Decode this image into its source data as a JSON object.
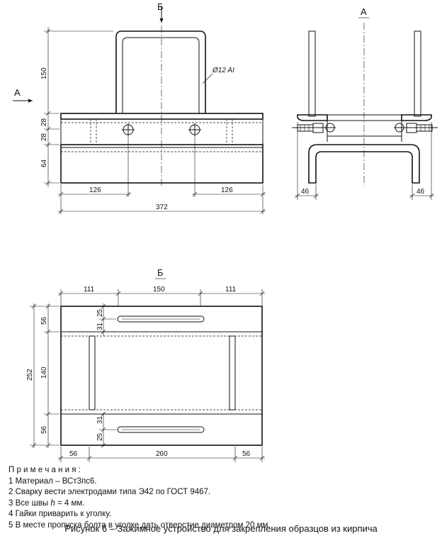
{
  "views": {
    "section_b_marker": "Б",
    "section_a_marker": "А",
    "side_view_title": "А",
    "plan_view_title": "Б"
  },
  "front_view": {
    "rod_label": "Ø12 AI",
    "dims": {
      "h150": "150",
      "h28a": "28",
      "h28b": "28",
      "h64": "64",
      "w126l": "126",
      "w126r": "126",
      "w372": "372"
    }
  },
  "side_view": {
    "dims": {
      "w46l": "46",
      "w46r": "46"
    }
  },
  "plan_view": {
    "dims": {
      "t111l": "111",
      "t150": "150",
      "t111r": "111",
      "l56t": "56",
      "l140": "140",
      "l56b": "56",
      "l252": "252",
      "i25t": "25",
      "i31t": "31",
      "i31b": "31",
      "i25b": "25",
      "b56l": "56",
      "b260": "260",
      "b56r": "56"
    }
  },
  "notes": {
    "heading": "П р и м е ч а н и я :",
    "n1": "1 Материал – ВСт3пс6.",
    "n2": "2 Сварку вести электродами типа Э42 по ГОСТ 9467.",
    "n3_pre": "3 Все швы ",
    "n3_var": "h",
    "n3_post": " = 4 мм.",
    "n4": "4 Гайки приварить к уголку.",
    "n5": "5 В месте пропуска болта в уголке дать отверстие диаметром 20 мм."
  },
  "caption": "Рисунок 6 – Зажимное устройство для закрепления образцов из кирпича"
}
